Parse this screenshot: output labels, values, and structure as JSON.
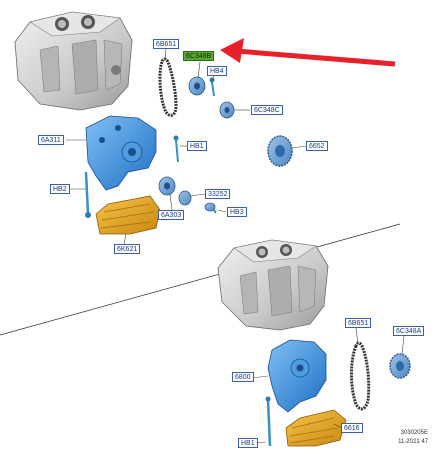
{
  "callouts": {
    "c1": "6B651",
    "c2": "6C348B",
    "c3": "HB4",
    "c4": "6C348C",
    "c5": "6A311",
    "c6": "HB1",
    "c7": "6652",
    "c8": "HB2",
    "c9": "33252",
    "c10": "HB3",
    "c11": "6A303",
    "c12": "6K621",
    "c13": "6B651",
    "c14": "6C348A",
    "c15": "6800",
    "c16": "6616",
    "c17": "HB1"
  },
  "reference": {
    "code": "3030205E",
    "date": "11-2021 47"
  },
  "colors": {
    "highlight_arrow": "#e8202a",
    "highlight_label": "#5aa832",
    "pump_blue": "#3b8de0",
    "pan_orange": "#e0a020"
  }
}
